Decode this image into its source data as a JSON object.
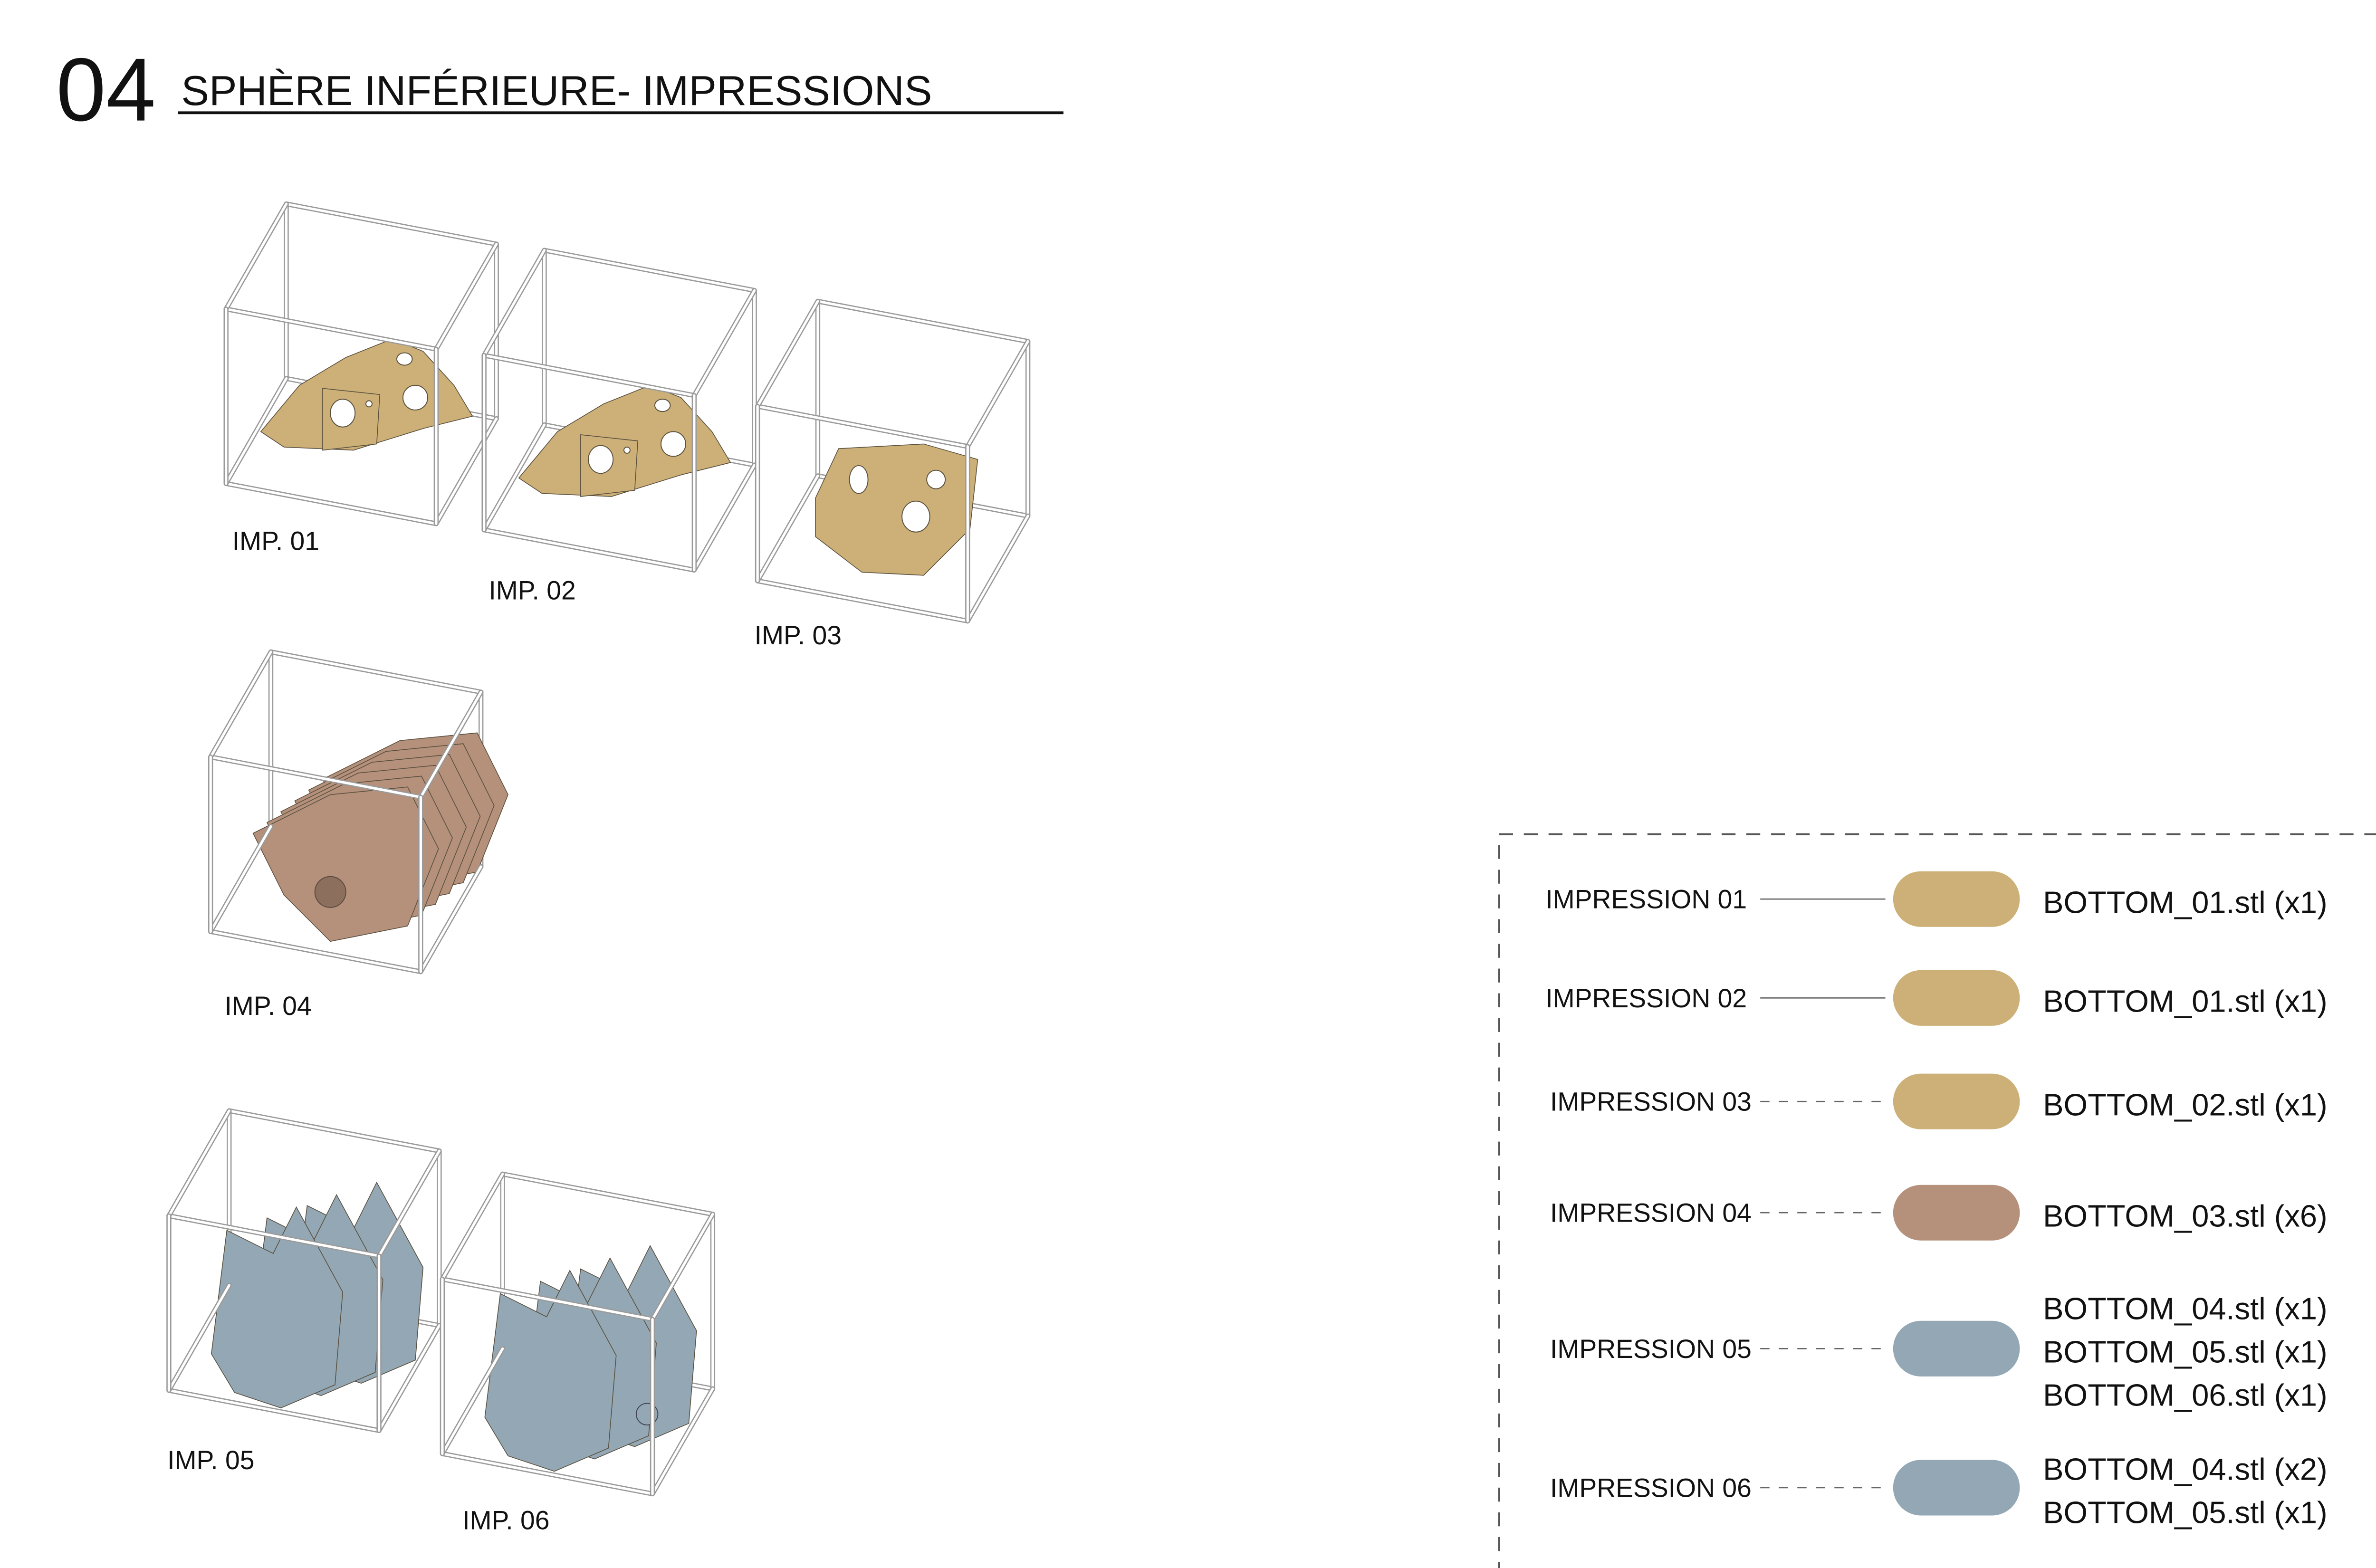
{
  "header": {
    "number": "04",
    "title": "SPHÈRE INFÉRIEURE- IMPRESSIONS"
  },
  "impressions": [
    {
      "label": "IMP. 01",
      "color": "#cdb077"
    },
    {
      "label": "IMP. 02",
      "color": "#cdb077"
    },
    {
      "label": "IMP. 03",
      "color": "#cdb077"
    },
    {
      "label": "IMP. 04",
      "color": "#b5917b"
    },
    {
      "label": "IMP. 05",
      "color": "#93a8b4"
    },
    {
      "label": "IMP. 06",
      "color": "#93a8b4"
    }
  ],
  "legend": [
    {
      "name": "IMPRESSION 01",
      "color": "#cdb077",
      "connector": "solid",
      "files": [
        "BOTTOM_01.stl (x1)"
      ]
    },
    {
      "name": "IMPRESSION 02",
      "color": "#cdb077",
      "connector": "solid",
      "files": [
        "BOTTOM_01.stl (x1)"
      ]
    },
    {
      "name": "IMPRESSION 03",
      "color": "#cdb077",
      "connector": "dashed",
      "files": [
        "BOTTOM_02.stl (x1)"
      ]
    },
    {
      "name": "IMPRESSION 04",
      "color": "#b5917b",
      "connector": "dashed",
      "files": [
        "BOTTOM_03.stl (x6)"
      ]
    },
    {
      "name": "IMPRESSION 05",
      "color": "#93a8b4",
      "connector": "dashed",
      "files": [
        "BOTTOM_04.stl (x1)",
        "BOTTOM_05.stl (x1)",
        "BOTTOM_06.stl (x1)"
      ]
    },
    {
      "name": "IMPRESSION 06",
      "color": "#93a8b4",
      "connector": "dashed",
      "files": [
        "BOTTOM_04.stl (x2)",
        "BOTTOM_05.stl (x1)"
      ]
    }
  ]
}
